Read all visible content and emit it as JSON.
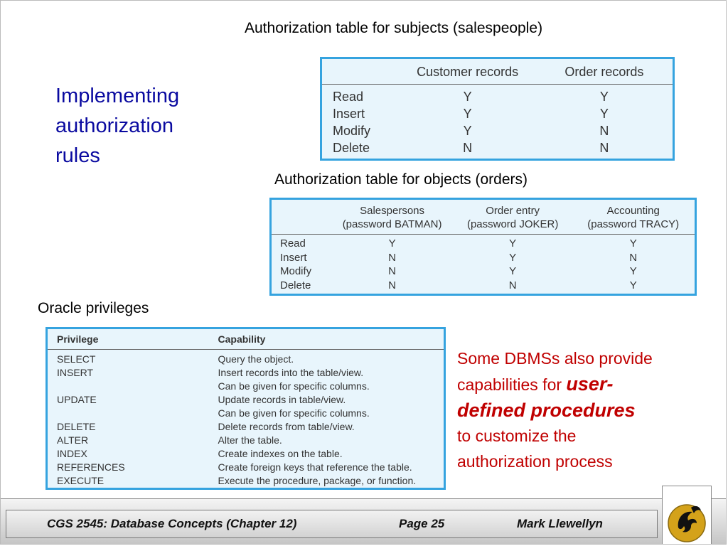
{
  "heading": [
    "Implementing",
    "authorization",
    "rules"
  ],
  "captions": {
    "subjects": "Authorization table for subjects (salespeople)",
    "objects": "Authorization table for objects (orders)",
    "oracle": "Oracle privileges"
  },
  "subjects_table": {
    "columns": [
      "",
      "Customer records",
      "Order records"
    ],
    "rows": [
      [
        "Read",
        "Y",
        "Y"
      ],
      [
        "Insert",
        "Y",
        "Y"
      ],
      [
        "Modify",
        "Y",
        "N"
      ],
      [
        "Delete",
        "N",
        "N"
      ]
    ]
  },
  "objects_table": {
    "columns": [
      {
        "name": "",
        "sub": ""
      },
      {
        "name": "Salespersons",
        "sub": "(password BATMAN)"
      },
      {
        "name": "Order entry",
        "sub": "(password JOKER)"
      },
      {
        "name": "Accounting",
        "sub": "(password TRACY)"
      }
    ],
    "rows": [
      [
        "Read",
        "Y",
        "Y",
        "Y"
      ],
      [
        "Insert",
        "N",
        "Y",
        "N"
      ],
      [
        "Modify",
        "N",
        "Y",
        "Y"
      ],
      [
        "Delete",
        "N",
        "N",
        "Y"
      ]
    ]
  },
  "oracle_table": {
    "columns": [
      "Privilege",
      "Capability"
    ],
    "rows": [
      [
        "SELECT",
        "Query the object."
      ],
      [
        "INSERT",
        "Insert records into the table/view."
      ],
      [
        "",
        "Can be given for specific columns."
      ],
      [
        "UPDATE",
        "Update records in table/view."
      ],
      [
        "",
        "Can be given for specific columns."
      ],
      [
        "DELETE",
        "Delete records from table/view."
      ],
      [
        "ALTER",
        "Alter the table."
      ],
      [
        "INDEX",
        "Create indexes on the table."
      ],
      [
        "REFERENCES",
        "Create foreign keys that reference the table."
      ],
      [
        "EXECUTE",
        "Execute the procedure, package, or function."
      ]
    ]
  },
  "note": {
    "line1": "Some DBMSs also provide",
    "line2_prefix": "capabilities for ",
    "emph1": "user-",
    "emph2": "defined procedures",
    "line4": "to customize the",
    "line5": "authorization process"
  },
  "footer": {
    "course": "CGS 2545: Database Concepts  (Chapter 12)",
    "page": "Page 25",
    "author": "Mark Llewellyn"
  },
  "colors": {
    "heading": "#0a0aa0",
    "note": "#c00000",
    "table_border": "#35a3df",
    "table_fill": "#e8f5fc",
    "logo_gold": "#d4a21a"
  },
  "icons": {
    "logo": "pegasus-logo-icon"
  }
}
